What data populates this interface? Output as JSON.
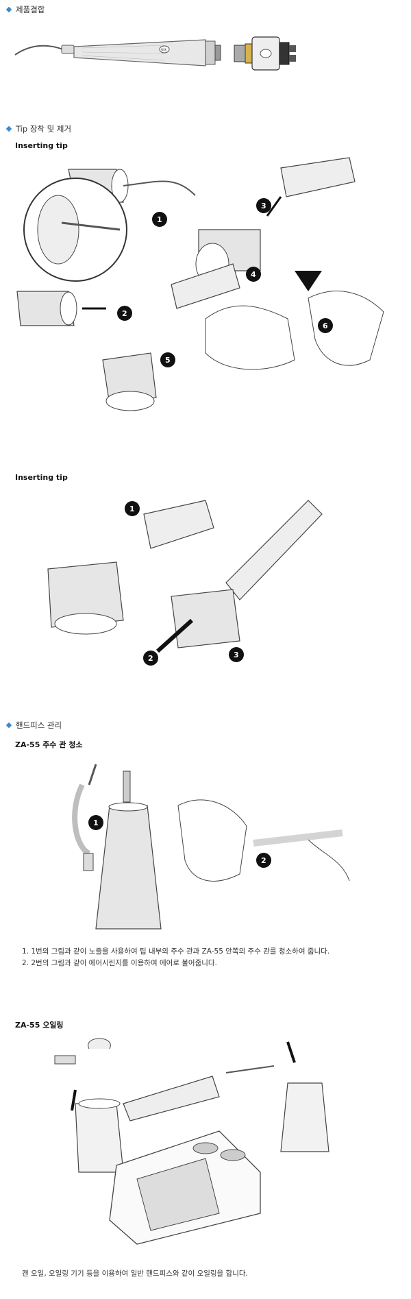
{
  "sections": {
    "product": {
      "title": "제품결합"
    },
    "tip": {
      "title": "Tip 장착 및 제거",
      "sub1": "Inserting tip",
      "sub2": "Inserting tip"
    },
    "care": {
      "title": "핸드피스 관리",
      "sub": "ZA-55 주수 관 청소",
      "notes": [
        "1. 1번의 그림과 같이 노즐을 사용하여 팁 내부의 주수 관과 ZA-55 안쪽의 주수 관를 청소하여 줍니다.",
        "2. 2번의 그림과 같이 에어시린지를 이용하여 에어로 불어줍니다."
      ]
    },
    "oiling": {
      "sub": "ZA-55 오일링",
      "note": "캔 오일, 오일링 기기 등을 이용하여 일반 핸드피스와 같이 오일링을 합니다."
    }
  },
  "figures": {
    "handpiece_brand": "NSK",
    "step_numbers_a": [
      "1",
      "2",
      "3",
      "4",
      "5",
      "6"
    ],
    "step_numbers_b": [
      "1",
      "2",
      "3"
    ],
    "step_numbers_c": [
      "1",
      "2"
    ]
  },
  "colors": {
    "accent": "#3a8ad0",
    "line": "#333333",
    "fill_light": "#e9e9e9",
    "badge": "#111111"
  }
}
